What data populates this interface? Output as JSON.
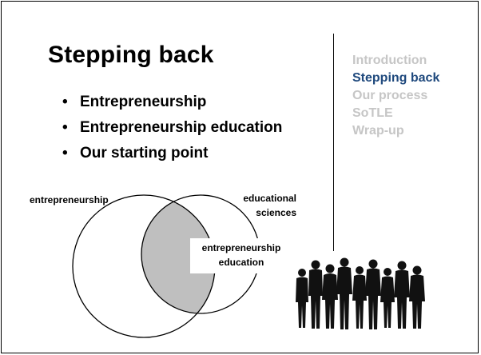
{
  "slide": {
    "title": "Stepping back",
    "bullets": [
      "Entrepreneurship",
      "Entrepreneurship education",
      "Our starting point"
    ],
    "agenda": [
      {
        "label": "Introduction",
        "active": false
      },
      {
        "label": "Stepping back",
        "active": true
      },
      {
        "label": "Our process",
        "active": false
      },
      {
        "label": "SoTLE",
        "active": false
      },
      {
        "label": "Wrap-up",
        "active": false
      }
    ],
    "venn": {
      "left_label": "entrepreneurship",
      "right_label_line1": "educational",
      "right_label_line2": "sciences",
      "overlap_label_line1": "entrepreneurship",
      "overlap_label_line2": "education"
    }
  },
  "colors": {
    "active_agenda": "#1f497d",
    "inactive_agenda": "#c6c6c6",
    "overlap_fill": "#bfbfbf"
  },
  "icons": [
    "bullet-dot-icon",
    "people-silhouettes-icon"
  ]
}
